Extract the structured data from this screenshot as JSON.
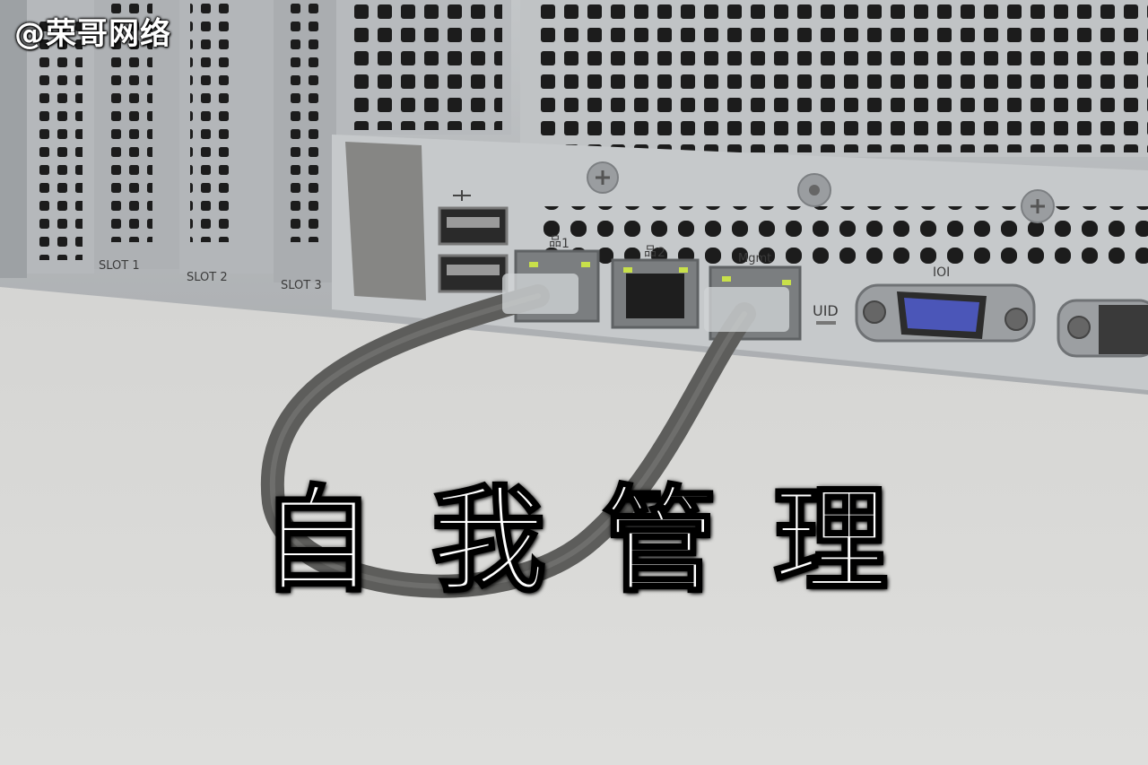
{
  "watermark": "@荣哥网络",
  "caption": [
    "自",
    "我",
    "管",
    "理"
  ],
  "labels": {
    "slot1": "SLOT 1",
    "slot2": "SLOT 2",
    "slot3": "SLOT 3",
    "port1": "1",
    "port2": "2",
    "mgmt": "Mgmt",
    "uid": "UID"
  },
  "colors": {
    "chassis": "#b9bcbe",
    "chassis_dark": "#a2a5a8",
    "hole": "#1c1c1c",
    "vga_blue": "#4b56b8",
    "cable": "#5d5d5b",
    "led_green": "#c8e04a",
    "background": "#d9d9d7"
  },
  "icons": [
    "usb-icon",
    "network-port-icon",
    "vga-port-icon"
  ]
}
